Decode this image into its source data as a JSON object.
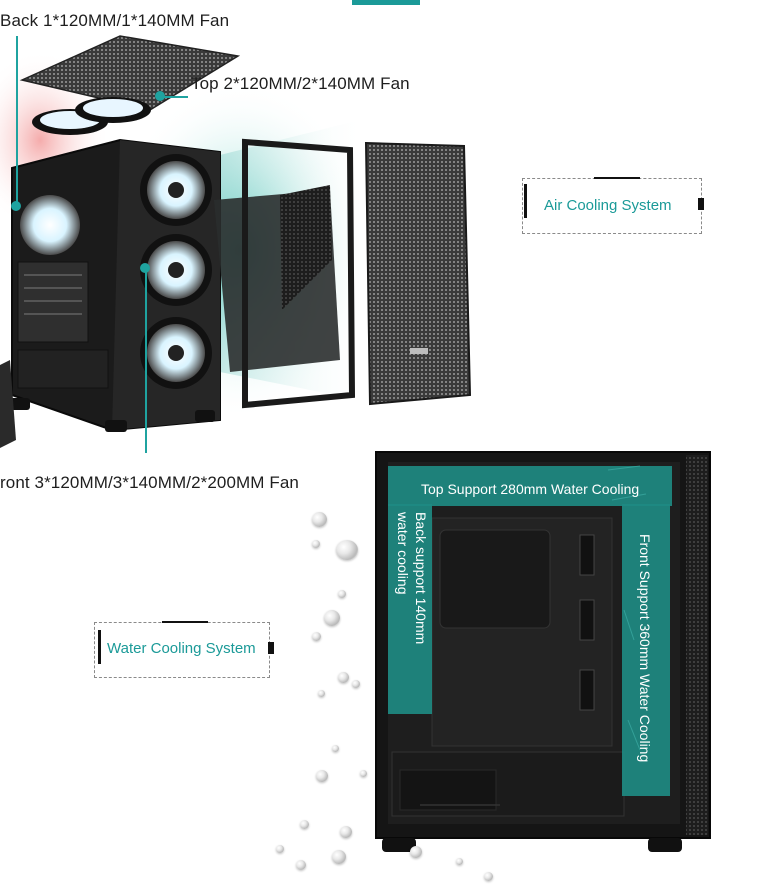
{
  "labels": {
    "back_fan": "Back 1*120MM/1*140MM Fan",
    "top_fan": "Top 2*120MM/2*140MM Fan",
    "front_fan": "ront 3*120MM/3*140MM/2*200MM Fan"
  },
  "sections": {
    "air_cooling": "Air Cooling System",
    "water_cooling": "Water Cooling System"
  },
  "water_cooling": {
    "top_support": "Top Support 280mm Water Cooling",
    "back_support_line1": "Back support 140mm",
    "back_support_line2": "water cooling",
    "front_support": "Front Support 360mm Water Cooling"
  },
  "colors": {
    "accent": "#1b9a98",
    "highlight": "#1e8a82"
  },
  "icons": {
    "case": "pc-case-illustration",
    "fan": "rgb-fan-icon",
    "droplets": "water-droplets"
  }
}
